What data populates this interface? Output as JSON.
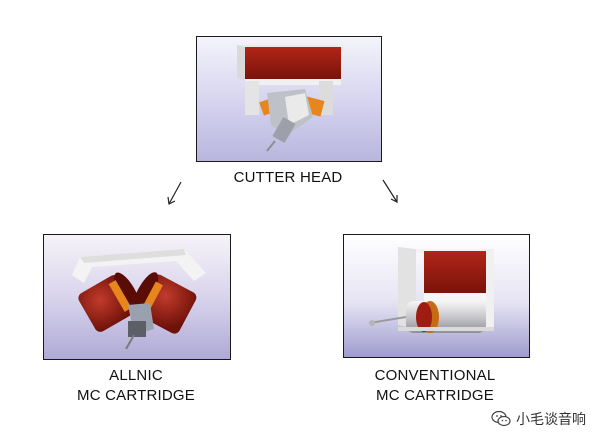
{
  "captions": {
    "top": "CUTTER HEAD",
    "left_line1": "ALLNIC",
    "left_line2": "MC CARTRIDGE",
    "right_line1": "CONVENTIONAL",
    "right_line2": "MC CARTRIDGE"
  },
  "watermark": {
    "text": "小毛谈音响",
    "icon": "wechat-icon"
  },
  "colors": {
    "body_red": "#9e1c12",
    "body_red_dark": "#6e1109",
    "frame_white": "#f2f2f2",
    "bg_lavender": "#c9c7e6",
    "accent_orange": "#e7861c"
  },
  "icons": [
    "arrow-down-left-icon",
    "arrow-down-right-icon"
  ]
}
